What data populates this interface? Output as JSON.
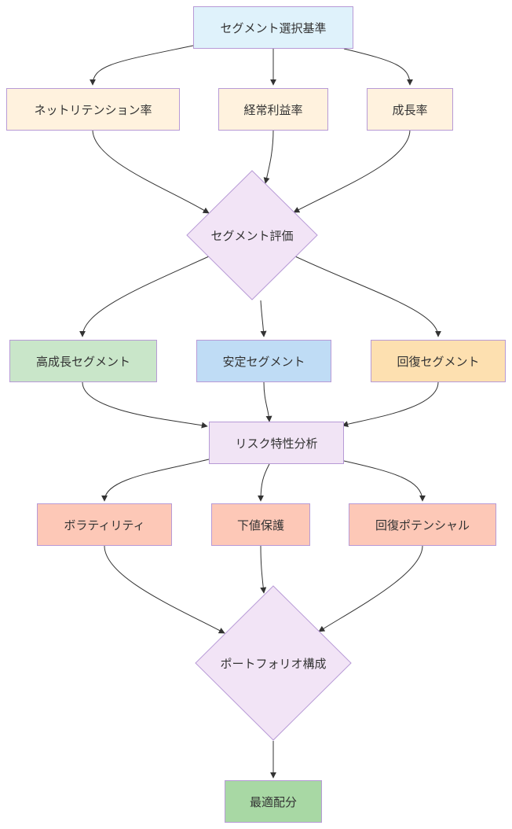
{
  "colors": {
    "border": "#b79ad6",
    "edge": "#333333",
    "text": "#333333",
    "root": "#dff2fb",
    "metric": "#fff2de",
    "decision": "#f2e4f6",
    "growth": "#c9e6c9",
    "stable": "#bfdcf5",
    "recovery": "#fde0b0",
    "risk": "#f1e4f5",
    "riskitem": "#fdc8b7",
    "final": "#a8d8a4"
  },
  "nodes": {
    "root": {
      "label": "セグメント選択基準"
    },
    "net_retention": {
      "label": "ネットリテンション率"
    },
    "op_margin": {
      "label": "経常利益率"
    },
    "growth_rate": {
      "label": "成長率"
    },
    "segment_eval": {
      "label": "セグメント評価"
    },
    "high_growth": {
      "label": "高成長セグメント"
    },
    "stable_seg": {
      "label": "安定セグメント"
    },
    "recovery_seg": {
      "label": "回復セグメント"
    },
    "risk_analysis": {
      "label": "リスク特性分析"
    },
    "volatility": {
      "label": "ボラティリティ"
    },
    "downside": {
      "label": "下値保護"
    },
    "recovery_potential": {
      "label": "回復ポテンシャル"
    },
    "portfolio": {
      "label": "ポートフォリオ構成"
    },
    "allocation": {
      "label": "最適配分"
    }
  }
}
